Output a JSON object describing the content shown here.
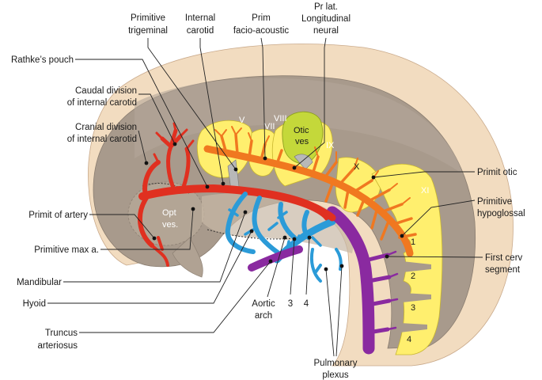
{
  "labels": {
    "primitive_trigeminal": [
      "Primitive",
      "trigeminal"
    ],
    "internal_carotid": [
      "Internal",
      "carotid"
    ],
    "prim_facio_acoustic": [
      "Prim",
      "facio-acoustic"
    ],
    "pr_lat_longitudinal_neural": [
      "Pr lat.",
      "Longitudinal",
      "neural"
    ],
    "rathkes_pouch": "Rathke’s pouch",
    "caudal_division": [
      "Caudal division",
      "of internal carotid"
    ],
    "cranial_division": [
      "Cranial division",
      "of internal carotid"
    ],
    "primit_of_artery": "Primit of artery",
    "primitive_max_a": "Primitive max a.",
    "mandibular": "Mandibular",
    "hyoid": "Hyoid",
    "truncus_arteriosus": [
      "Truncus",
      "arteriosus"
    ],
    "aortic_arch": [
      "Aortic",
      "arch"
    ],
    "arch_3": "3",
    "arch_4": "4",
    "pulmonary_plexus": [
      "Pulmonary",
      "plexus"
    ],
    "primit_otic": "Primit otic",
    "primitive_hypoglossal": [
      "Primitive",
      "hypoglossal"
    ],
    "first_cerv_segment": [
      "First cerv",
      "segment"
    ]
  },
  "structure_labels": {
    "opt_ves": [
      "Opt",
      "ves."
    ],
    "otic_ves": [
      "Otic",
      "ves"
    ],
    "nerve_v": "V",
    "nerve_vii": "VII",
    "nerve_viii": "VIII",
    "nerve_ix": "IX",
    "nerve_x": "X",
    "nerve_xi": "XI",
    "seg_1": "1",
    "seg_2": "2",
    "seg_3": "3",
    "seg_4": "4"
  },
  "colors": {
    "embryo_outer": "#f2dcc0",
    "brain_tissue": "#a89a8c",
    "nerve_yellow": "#ffef6e",
    "otic_green": "#c4d83a",
    "internal_carotid_red": "#e03020",
    "vertebral_orange": "#f07820",
    "pharyngeal_blue": "#2b9bd8",
    "aorta_purple": "#8a2aa0",
    "gray_artery": "#b8b8b8"
  }
}
